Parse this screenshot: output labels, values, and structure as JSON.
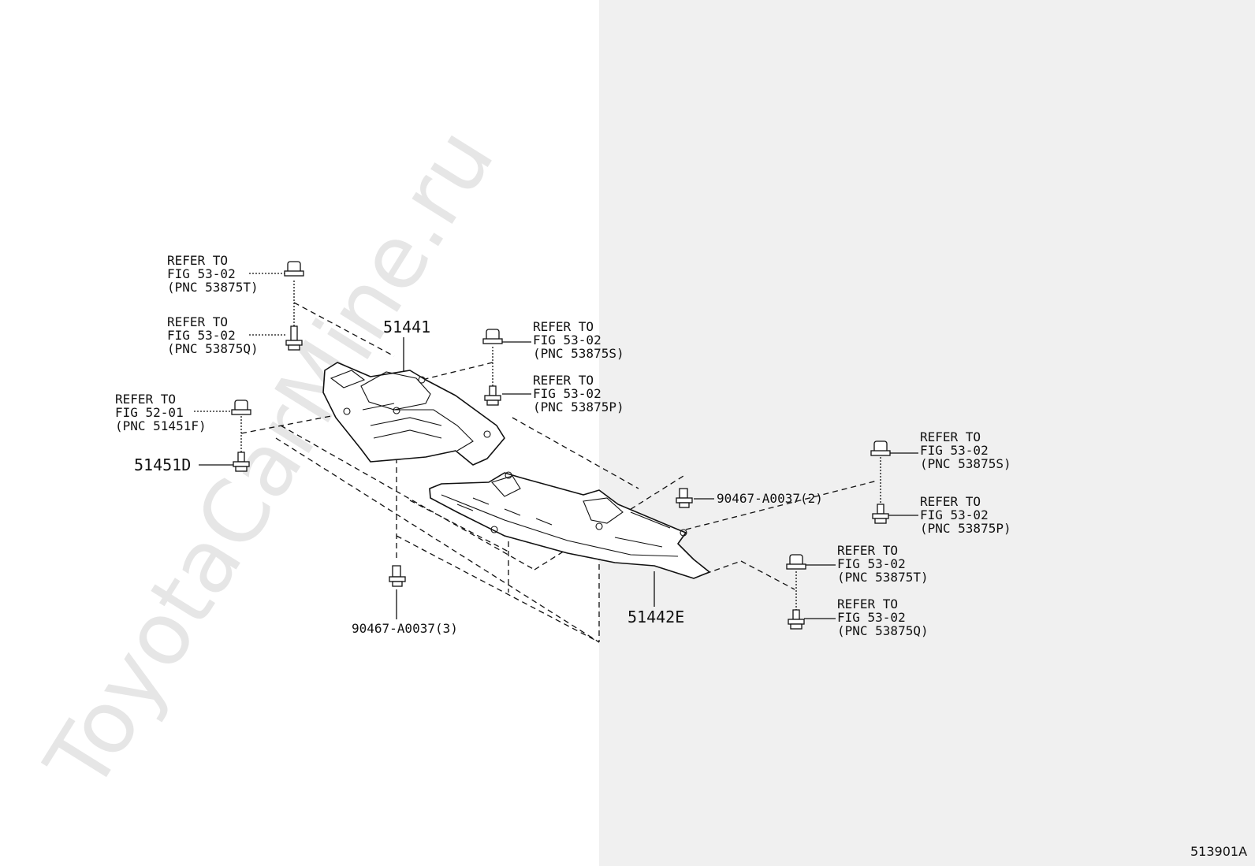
{
  "watermark": "ToyotaCarMine.ru",
  "figure_code": "513901A",
  "part_numbers": {
    "upper_cover": "51441",
    "lower_cover": "51442E",
    "left_bolt": "51451D",
    "clip_qty2": "90467-A0037(2)",
    "clip_qty3": "90467-A0037(3)"
  },
  "refer_labels": [
    {
      "line1": "REFER TO",
      "line2": "FIG 53-02",
      "line3": "(PNC 53875T)"
    },
    {
      "line1": "REFER TO",
      "line2": "FIG 53-02",
      "line3": "(PNC 53875Q)"
    },
    {
      "line1": "REFER TO",
      "line2": "FIG 53-02",
      "line3": "(PNC 53875S)"
    },
    {
      "line1": "REFER TO",
      "line2": "FIG 53-02",
      "line3": "(PNC 53875P)"
    },
    {
      "line1": "REFER TO",
      "line2": "FIG 52-01",
      "line3": "(PNC 51451F)"
    },
    {
      "line1": "REFER TO",
      "line2": "FIG 53-02",
      "line3": "(PNC 53875S)"
    },
    {
      "line1": "REFER TO",
      "line2": "FIG 53-02",
      "line3": "(PNC 53875P)"
    },
    {
      "line1": "REFER TO",
      "line2": "FIG 53-02",
      "line3": "(PNC 53875T)"
    },
    {
      "line1": "REFER TO",
      "line2": "FIG 53-02",
      "line3": "(PNC 53875Q)"
    }
  ]
}
